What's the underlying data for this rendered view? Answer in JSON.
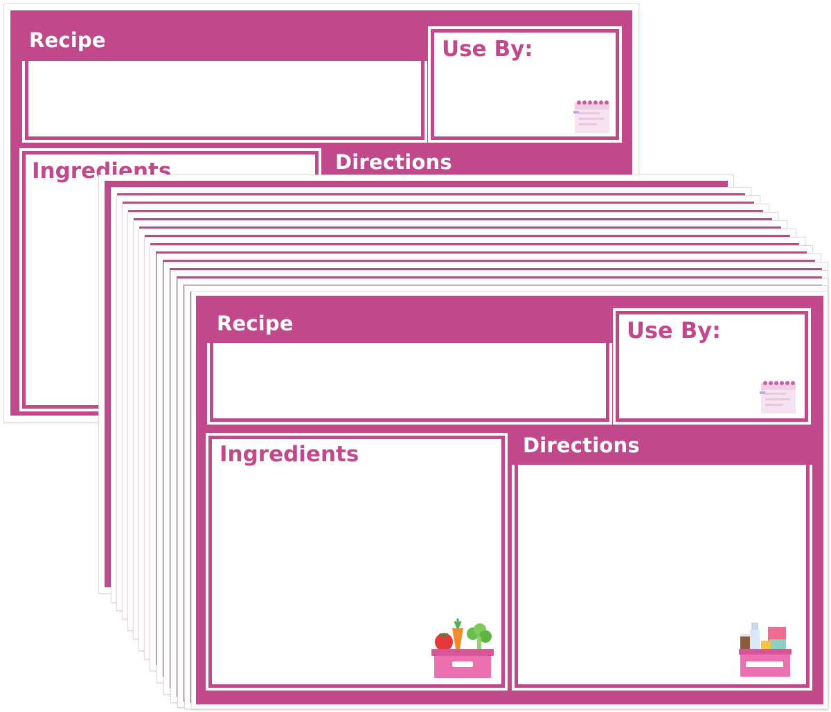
{
  "accent_color": "#c1488a",
  "card": {
    "recipe_label": "Recipe",
    "use_by_label": "Use By:",
    "ingredients_label": "Ingredients",
    "directions_label": "Directions"
  },
  "icons": {
    "calendar": "calendar-icon",
    "vegetables": "vegetable-basket-icon",
    "groceries": "grocery-box-icon"
  }
}
